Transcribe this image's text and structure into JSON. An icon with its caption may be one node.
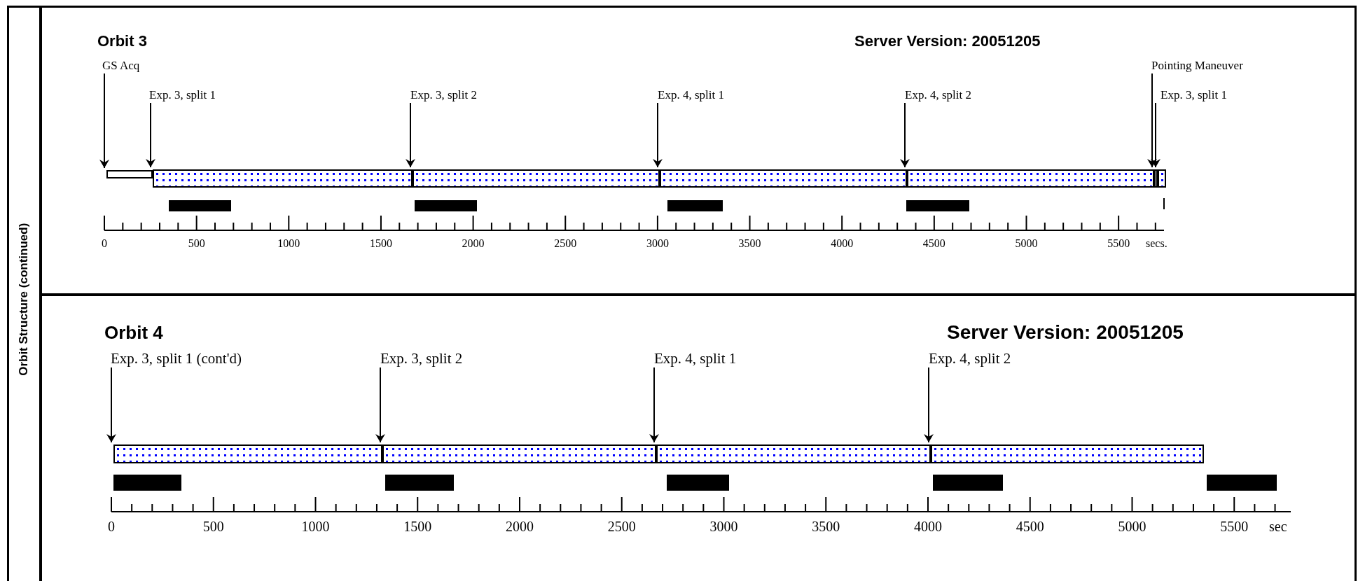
{
  "diagram": {
    "nodes": [
      {
        "text": [
          "Orbit Structure (continued)"
        ]
      },
      {
        "text": [
          "Orbit 3",
          "Server Version: 20051205"
        ]
      },
      {
        "text": [
          "GS Acq"
        ],
        "in": 1
      },
      {
        "text": [
          "Exp. 3, split 1"
        ],
        "in": 1
      },
      {
        "text": [
          "Exp. 3, split 2"
        ],
        "in": 1
      },
      {
        "text": [
          "Exp. 4, split 1"
        ],
        "in": 1
      },
      {
        "text": [
          "Exp. 4, split 2"
        ],
        "in": 1
      },
      {
        "text": [
          "Pointing Maneuver"
        ],
        "in": 1
      },
      {
        "text": [
          "Exp. 3, split 1"
        ],
        "in": 1
      },
      {
        "text": [],
        "shape": "box",
        "in": 1
      },
      {
        "text": [],
        "shape": "bar",
        "in": 1
      },
      {
        "text": [],
        "shape": "bar",
        "in": 1
      },
      {
        "text": [],
        "shape": "bar",
        "in": 1
      },
      {
        "text": [],
        "shape": "bar",
        "in": 1
      },
      {
        "text": [],
        "shape": "box",
        "in": 1
      },
      {
        "text": [],
        "shape": "bar",
        "in": 1
      },
      {
        "text": [
          "Orbit 4",
          "Server Version: 20051205"
        ]
      },
      {
        "text": [
          "Exp. 3, split 1 (cont'd)"
        ],
        "in": 16
      },
      {
        "text": [
          "Exp. 3, split 2"
        ],
        "in": 16
      },
      {
        "text": [
          "Exp. 4, split 1"
        ],
        "in": 16
      },
      {
        "text": [
          "Exp. 4, split 2"
        ],
        "in": 16
      },
      {
        "text": [],
        "shape": "bar",
        "in": 16
      },
      {
        "text": [],
        "shape": "bar",
        "in": 16
      },
      {
        "text": [],
        "shape": "bar",
        "in": 16
      },
      {
        "text": [],
        "shape": "bar",
        "in": 16
      },
      {
        "text": [],
        "shape": "block",
        "in": 1
      },
      {
        "text": [],
        "shape": "block",
        "in": 1
      },
      {
        "text": [],
        "shape": "block",
        "in": 1
      },
      {
        "text": [],
        "shape": "block",
        "in": 1
      },
      {
        "text": [],
        "shape": "block",
        "in": 16
      },
      {
        "text": [],
        "shape": "block",
        "in": 16
      },
      {
        "text": [],
        "shape": "block",
        "in": 16
      },
      {
        "text": [],
        "shape": "block",
        "in": 16
      },
      {
        "text": [],
        "shape": "block",
        "in": 16
      }
    ],
    "edges": [
      {
        "from": 2,
        "to": 9,
        "arrow": "to"
      },
      {
        "from": 3,
        "to": 10,
        "arrow": "to"
      },
      {
        "from": 4,
        "to": 11,
        "arrow": "to"
      },
      {
        "from": 5,
        "to": 12,
        "arrow": "to"
      },
      {
        "from": 6,
        "to": 13,
        "arrow": "to"
      },
      {
        "from": 7,
        "to": 14,
        "arrow": "to"
      },
      {
        "from": 8,
        "to": 15,
        "arrow": "to"
      },
      {
        "from": 17,
        "to": 21,
        "arrow": "to"
      },
      {
        "from": 18,
        "to": 22,
        "arrow": "to"
      },
      {
        "from": 19,
        "to": 23,
        "arrow": "to"
      },
      {
        "from": 20,
        "to": 24,
        "arrow": "to"
      }
    ],
    "labels": [
      "0",
      "500",
      "1000",
      "1500",
      "2000",
      "2500",
      "3000",
      "3500",
      "4000",
      "4500",
      "5000",
      "5500",
      "secs.",
      "0",
      "500",
      "1000",
      "1500",
      "2000",
      "2500",
      "3000",
      "3500",
      "4000",
      "4500",
      "5000",
      "5500",
      "sec"
    ]
  }
}
